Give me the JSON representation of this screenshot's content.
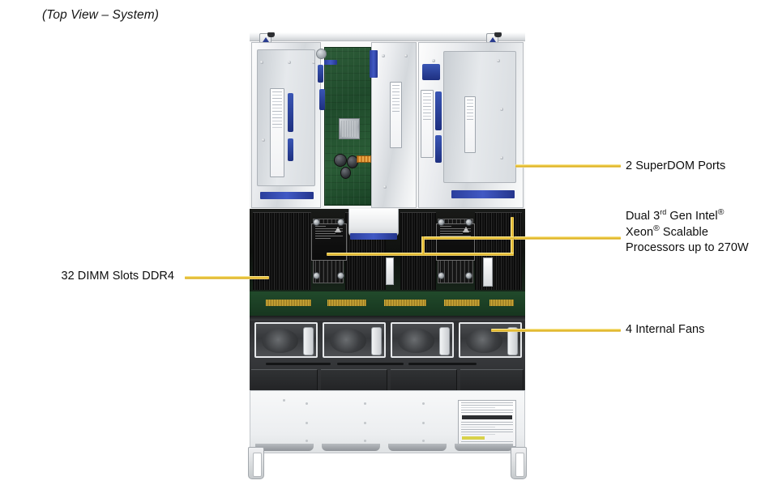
{
  "caption": "(Top View – System)",
  "figure": {
    "subject": "server-top-view-photo",
    "alt": "Top view of a 2U rackmount server chassis with riser cages, motherboard, CPUs, DIMM slots, internal fans and front bezel"
  },
  "accent_color": "#e5bb2c",
  "callouts": [
    {
      "id": "superdom",
      "side": "right",
      "lines": [
        "2 SuperDOM Ports"
      ],
      "text": "2 SuperDOM Ports"
    },
    {
      "id": "cpu",
      "side": "right",
      "lines": [
        "Dual 3rd Gen Intel®",
        "Xeon® Scalable",
        "Processors up to 270W"
      ],
      "line1_prefix": "Dual 3",
      "line1_sup": "rd",
      "line1_mid": " Gen Intel",
      "line1_reg": "®",
      "line2_text": "Xeon",
      "line2_reg": "®",
      "line2_rest": " Scalable",
      "line3": "Processors up to 270W"
    },
    {
      "id": "fans",
      "side": "right",
      "lines": [
        "4 Internal Fans"
      ],
      "text": "4 Internal Fans"
    },
    {
      "id": "dimm",
      "side": "left",
      "lines": [
        "32 DIMM Slots DDR4"
      ],
      "text": "32 DIMM Slots DDR4"
    }
  ]
}
